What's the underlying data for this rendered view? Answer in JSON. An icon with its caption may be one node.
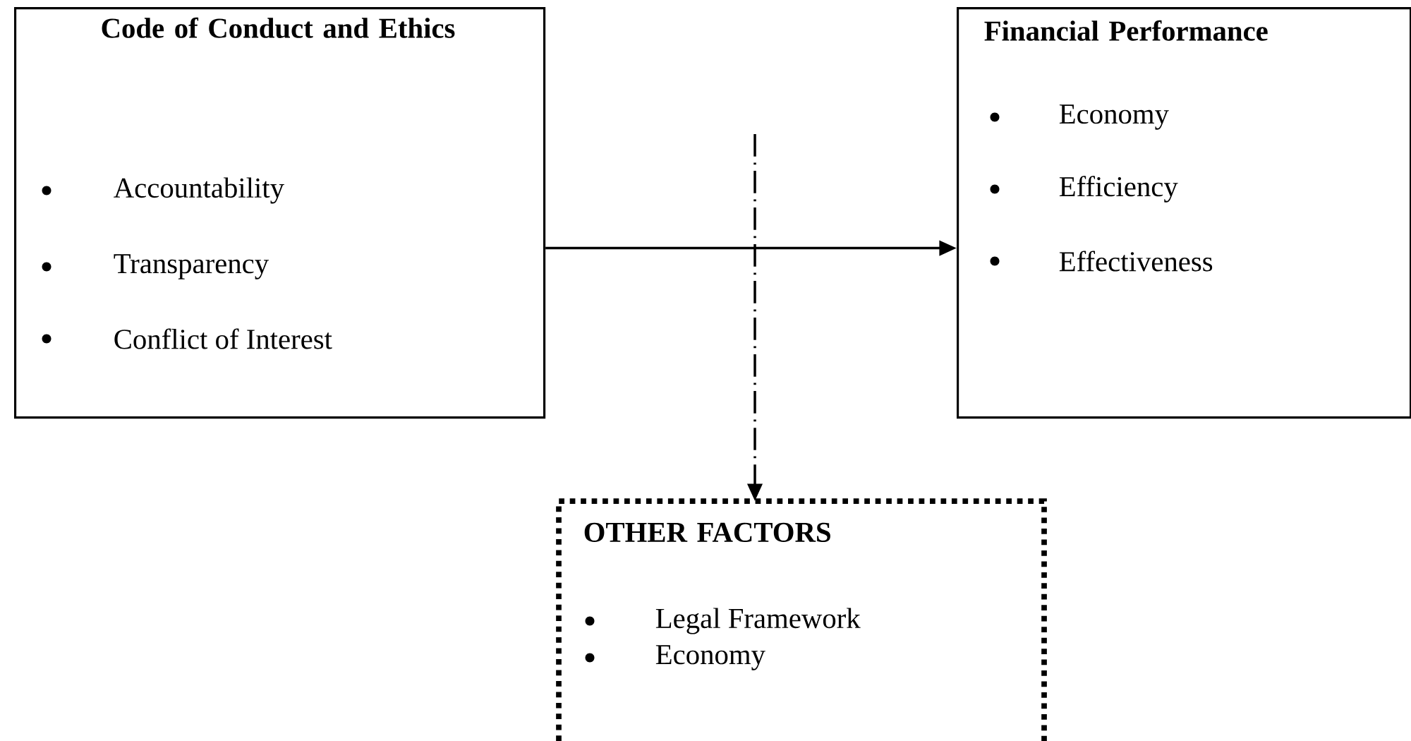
{
  "diagram": {
    "nodes": [
      {
        "text": [
          "Code of Conduct and Ethics",
          "Accountability",
          "Transparency",
          "Conflict of Interest"
        ]
      },
      {
        "text": [
          "Financial Performance",
          "Economy",
          "Efficiency",
          "Effectiveness"
        ]
      },
      {
        "text": [
          "OTHER FACTORS",
          "Legal Framework",
          "Economy"
        ]
      }
    ],
    "edges": [
      {
        "from": 0,
        "to": 1,
        "arrow": "to"
      },
      {
        "from": null,
        "to": 2,
        "arrow": "to",
        "style": "dashed"
      }
    ]
  }
}
